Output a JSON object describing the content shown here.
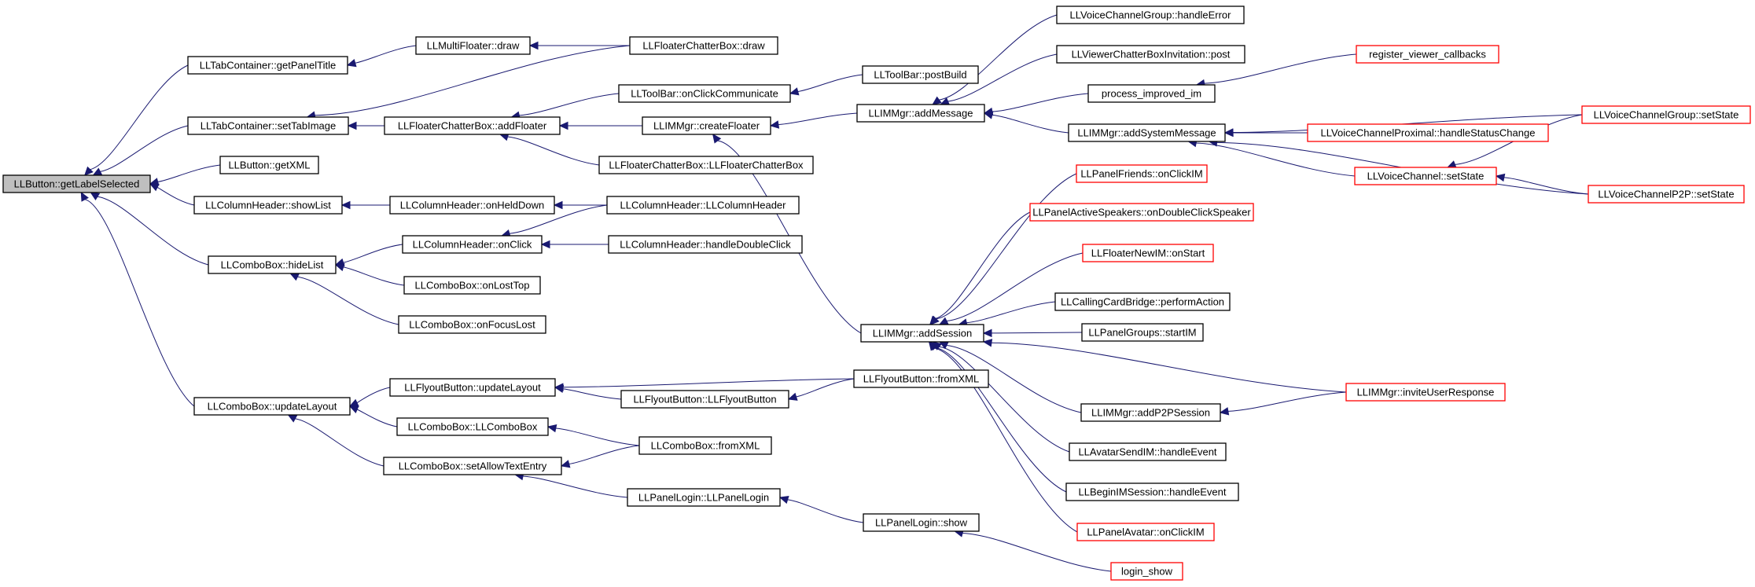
{
  "title": "",
  "colors": {
    "edge": "#191970",
    "border_normal": "#000000",
    "border_truncated": "#ff0000",
    "root_fill": "#bfbfbf",
    "fill": "#ffffff"
  },
  "nodes": [
    {
      "id": "root",
      "label": "LLButton::getLabelSelected",
      "style": "root"
    },
    {
      "id": "tc_gpt",
      "label": "LLTabContainer::getPanelTitle",
      "style": "normal"
    },
    {
      "id": "tc_sti",
      "label": "LLTabContainer::setTabImage",
      "style": "normal"
    },
    {
      "id": "btn_gx",
      "label": "LLButton::getXML",
      "style": "normal"
    },
    {
      "id": "ch_sl",
      "label": "LLColumnHeader::showList",
      "style": "normal"
    },
    {
      "id": "cb_hl",
      "label": "LLComboBox::hideList",
      "style": "normal"
    },
    {
      "id": "cb_ul",
      "label": "LLComboBox::updateLayout",
      "style": "normal"
    },
    {
      "id": "mf_draw",
      "label": "LLMultiFloater::draw",
      "style": "normal"
    },
    {
      "id": "fcb_draw",
      "label": "LLFloaterChatterBox::draw",
      "style": "normal"
    },
    {
      "id": "fcb_af",
      "label": "LLFloaterChatterBox::addFloater",
      "style": "normal"
    },
    {
      "id": "tb_occ",
      "label": "LLToolBar::onClickCommunicate",
      "style": "normal"
    },
    {
      "id": "tb_pb",
      "label": "LLToolBar::postBuild",
      "style": "normal"
    },
    {
      "id": "im_cf",
      "label": "LLIMMgr::createFloater",
      "style": "normal"
    },
    {
      "id": "fcb_ctor",
      "label": "LLFloaterChatterBox::LLFloaterChatterBox",
      "style": "normal"
    },
    {
      "id": "ch_ohd",
      "label": "LLColumnHeader::onHeldDown",
      "style": "normal"
    },
    {
      "id": "ch_ctor",
      "label": "LLColumnHeader::LLColumnHeader",
      "style": "normal"
    },
    {
      "id": "ch_oc",
      "label": "LLColumnHeader::onClick",
      "style": "normal"
    },
    {
      "id": "ch_hdc",
      "label": "LLColumnHeader::handleDoubleClick",
      "style": "normal"
    },
    {
      "id": "cb_olt",
      "label": "LLComboBox::onLostTop",
      "style": "normal"
    },
    {
      "id": "cb_ofl",
      "label": "LLComboBox::onFocusLost",
      "style": "normal"
    },
    {
      "id": "fb_ul",
      "label": "LLFlyoutButton::updateLayout",
      "style": "normal"
    },
    {
      "id": "fb_ctor",
      "label": "LLFlyoutButton::LLFlyoutButton",
      "style": "normal"
    },
    {
      "id": "fb_fx",
      "label": "LLFlyoutButton::fromXML",
      "style": "normal"
    },
    {
      "id": "cb_ctor",
      "label": "LLComboBox::LLComboBox",
      "style": "normal"
    },
    {
      "id": "cb_fx",
      "label": "LLComboBox::fromXML",
      "style": "normal"
    },
    {
      "id": "cb_sate",
      "label": "LLComboBox::setAllowTextEntry",
      "style": "normal"
    },
    {
      "id": "pl_ctor",
      "label": "LLPanelLogin::LLPanelLogin",
      "style": "normal"
    },
    {
      "id": "pl_show",
      "label": "LLPanelLogin::show",
      "style": "normal"
    },
    {
      "id": "login_show",
      "label": "login_show",
      "style": "truncated"
    },
    {
      "id": "im_am",
      "label": "LLIMMgr::addMessage",
      "style": "normal"
    },
    {
      "id": "vcg_he",
      "label": "LLVoiceChannelGroup::handleError",
      "style": "normal"
    },
    {
      "id": "vcbi_post",
      "label": "LLViewerChatterBoxInvitation::post",
      "style": "normal"
    },
    {
      "id": "pii",
      "label": "process_improved_im",
      "style": "normal"
    },
    {
      "id": "rvc",
      "label": "register_viewer_callbacks",
      "style": "truncated"
    },
    {
      "id": "im_asm",
      "label": "LLIMMgr::addSystemMessage",
      "style": "normal"
    },
    {
      "id": "vcg_ss",
      "label": "LLVoiceChannelGroup::setState",
      "style": "truncated"
    },
    {
      "id": "vcp_hsc",
      "label": "LLVoiceChannelProximal::handleStatusChange",
      "style": "truncated"
    },
    {
      "id": "vc_ss",
      "label": "LLVoiceChannel::setState",
      "style": "truncated"
    },
    {
      "id": "vcp2p_ss",
      "label": "LLVoiceChannelP2P::setState",
      "style": "truncated"
    },
    {
      "id": "im_as",
      "label": "LLIMMgr::addSession",
      "style": "normal"
    },
    {
      "id": "pf_oci",
      "label": "LLPanelFriends::onClickIM",
      "style": "truncated"
    },
    {
      "id": "pas_odcs",
      "label": "LLPanelActiveSpeakers::onDoubleClickSpeaker",
      "style": "truncated"
    },
    {
      "id": "fni_os",
      "label": "LLFloaterNewIM::onStart",
      "style": "truncated"
    },
    {
      "id": "ccb_pa",
      "label": "LLCallingCardBridge::performAction",
      "style": "normal"
    },
    {
      "id": "pg_sim",
      "label": "LLPanelGroups::startIM",
      "style": "normal"
    },
    {
      "id": "im_iur",
      "label": "LLIMMgr::inviteUserResponse",
      "style": "truncated"
    },
    {
      "id": "im_ap2p",
      "label": "LLIMMgr::addP2PSession",
      "style": "normal"
    },
    {
      "id": "asim_he",
      "label": "LLAvatarSendIM::handleEvent",
      "style": "normal"
    },
    {
      "id": "bims_he",
      "label": "LLBeginIMSession::handleEvent",
      "style": "normal"
    },
    {
      "id": "pa_oci",
      "label": "LLPanelAvatar::onClickIM",
      "style": "truncated"
    }
  ],
  "edges": [
    [
      "tc_gpt",
      "root"
    ],
    [
      "tc_sti",
      "root"
    ],
    [
      "btn_gx",
      "root"
    ],
    [
      "ch_sl",
      "root"
    ],
    [
      "cb_hl",
      "root"
    ],
    [
      "cb_ul",
      "root"
    ],
    [
      "mf_draw",
      "tc_gpt"
    ],
    [
      "fcb_draw",
      "mf_draw"
    ],
    [
      "fcb_draw",
      "tc_sti"
    ],
    [
      "fcb_af",
      "tc_sti"
    ],
    [
      "tb_occ",
      "fcb_af"
    ],
    [
      "im_cf",
      "fcb_af"
    ],
    [
      "fcb_ctor",
      "fcb_af"
    ],
    [
      "tb_pb",
      "tb_occ"
    ],
    [
      "im_am",
      "im_cf"
    ],
    [
      "im_as",
      "im_cf"
    ],
    [
      "ch_ohd",
      "ch_sl"
    ],
    [
      "ch_ctor",
      "ch_ohd"
    ],
    [
      "ch_oc",
      "cb_hl"
    ],
    [
      "cb_olt",
      "cb_hl"
    ],
    [
      "cb_ofl",
      "cb_hl"
    ],
    [
      "ch_ctor",
      "ch_oc"
    ],
    [
      "ch_hdc",
      "ch_oc"
    ],
    [
      "fb_ul",
      "cb_ul"
    ],
    [
      "cb_ctor",
      "cb_ul"
    ],
    [
      "cb_sate",
      "cb_ul"
    ],
    [
      "fb_fx",
      "fb_ul"
    ],
    [
      "fb_ctor",
      "fb_ul"
    ],
    [
      "fb_fx",
      "fb_ctor"
    ],
    [
      "cb_fx",
      "cb_ctor"
    ],
    [
      "cb_fx",
      "cb_sate"
    ],
    [
      "pl_ctor",
      "cb_sate"
    ],
    [
      "pl_show",
      "pl_ctor"
    ],
    [
      "login_show",
      "pl_show"
    ],
    [
      "vcg_he",
      "im_am"
    ],
    [
      "vcbi_post",
      "im_am"
    ],
    [
      "pii",
      "im_am"
    ],
    [
      "im_asm",
      "im_am"
    ],
    [
      "rvc",
      "pii"
    ],
    [
      "vcg_ss",
      "im_asm"
    ],
    [
      "vcp_hsc",
      "im_asm"
    ],
    [
      "vc_ss",
      "im_asm"
    ],
    [
      "vcp2p_ss",
      "im_asm"
    ],
    [
      "vcg_ss",
      "vc_ss"
    ],
    [
      "vcp2p_ss",
      "vc_ss"
    ],
    [
      "pf_oci",
      "im_as"
    ],
    [
      "pas_odcs",
      "im_as"
    ],
    [
      "fni_os",
      "im_as"
    ],
    [
      "ccb_pa",
      "im_as"
    ],
    [
      "pg_sim",
      "im_as"
    ],
    [
      "im_iur",
      "im_as"
    ],
    [
      "im_ap2p",
      "im_as"
    ],
    [
      "asim_he",
      "im_as"
    ],
    [
      "bims_he",
      "im_as"
    ],
    [
      "pa_oci",
      "im_as"
    ],
    [
      "im_iur",
      "im_ap2p"
    ]
  ]
}
